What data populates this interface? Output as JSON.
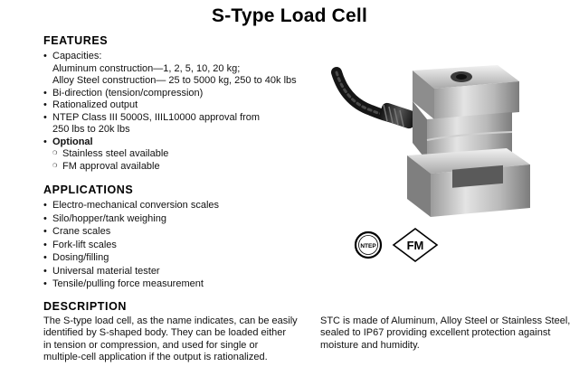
{
  "title": "S-Type Load Cell",
  "features": {
    "heading": "FEATURES",
    "capacities_label": "Capacities:",
    "capacities_line1": "Aluminum construction—1, 2, 5, 10, 20 kg;",
    "capacities_line2": "Alloy Steel construction— 25 to 5000 kg, 250 to 40k lbs",
    "items": [
      "Bi-direction (tension/compression)",
      "Rationalized output",
      "NTEP Class III 5000S, IIIL10000 approval from",
      "250 lbs to 20k lbs"
    ],
    "optional_label": "Optional",
    "optional_items": [
      "Stainless steel available",
      "FM approval available"
    ]
  },
  "applications": {
    "heading": "APPLICATIONS",
    "items": [
      "Electro-mechanical conversion scales",
      "Silo/hopper/tank weighing",
      "Crane scales",
      "Fork-lift scales",
      "Dosing/filling",
      "Universal material tester",
      "Tensile/pulling force measurement"
    ]
  },
  "description": {
    "heading": "DESCRIPTION",
    "left_lines": [
      "The S-type load cell, as the name indicates, can be easily",
      "identified by S-shaped body. They can be loaded either",
      "in tension or compression, and used for single or",
      "multiple-cell application if the output is rationalized."
    ],
    "right_lines": [
      "STC is made of Aluminum, Alloy Steel or Stainless Steel,",
      "sealed to IP67 providing excellent protection against",
      "moisture and humidity."
    ]
  },
  "certifications": {
    "ntep_mark": "NTEP",
    "fm_mark": "FM"
  }
}
